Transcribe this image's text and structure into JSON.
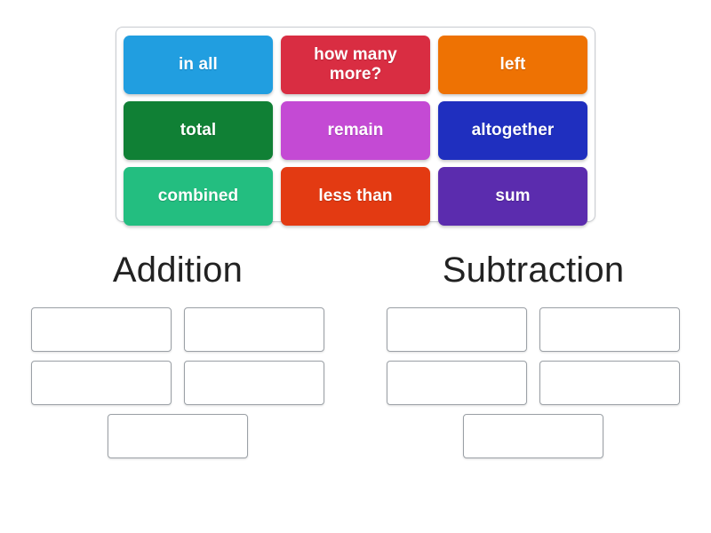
{
  "activity": {
    "type": "word-sort-drag-and-drop"
  },
  "word_bank": {
    "rows": [
      [
        {
          "label": "in all",
          "color": "#219EE0"
        },
        {
          "label": "how many more?",
          "color": "#D92D42"
        },
        {
          "label": "left",
          "color": "#EE7203"
        }
      ],
      [
        {
          "label": "total",
          "color": "#108035"
        },
        {
          "label": "remain",
          "color": "#C44AD4"
        },
        {
          "label": "altogether",
          "color": "#1F2FBF"
        }
      ],
      [
        {
          "label": "combined",
          "color": "#23BE80"
        },
        {
          "label": "less than",
          "color": "#E33A12"
        },
        {
          "label": "sum",
          "color": "#5B2CAE"
        }
      ]
    ]
  },
  "categories": [
    {
      "title": "Addition",
      "slots": [
        "",
        "",
        "",
        "",
        ""
      ]
    },
    {
      "title": "Subtraction",
      "slots": [
        "",
        "",
        "",
        "",
        ""
      ]
    }
  ]
}
